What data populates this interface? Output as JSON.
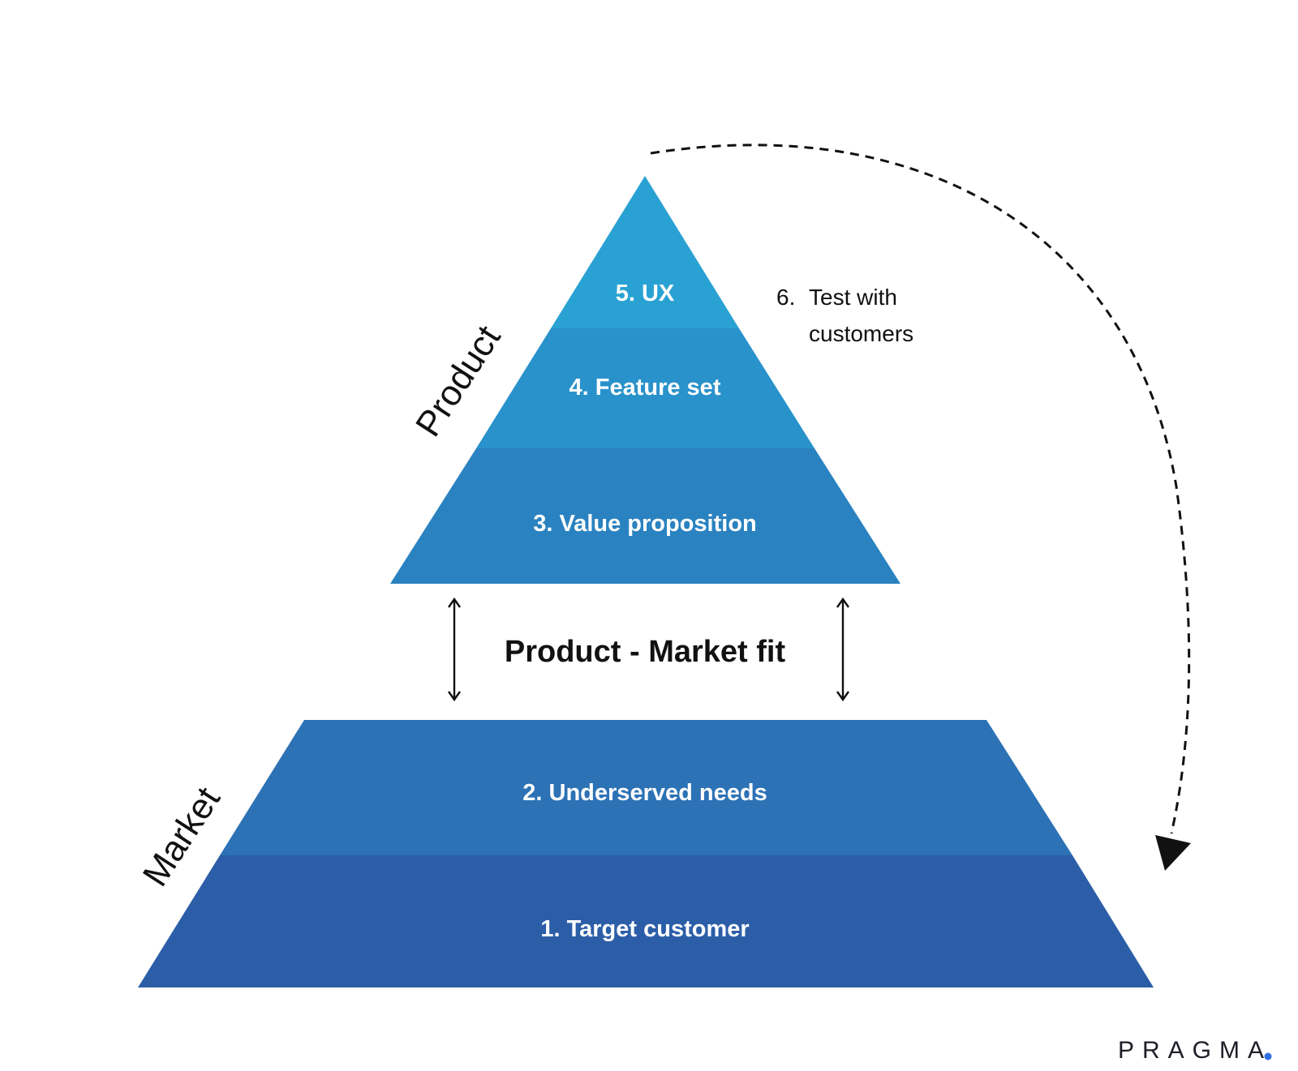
{
  "product_pyramid": {
    "side_label": "Product",
    "layers": [
      {
        "label": "5. UX",
        "color": "#29a2d3"
      },
      {
        "label": "4. Feature set",
        "color": "#2992cb"
      },
      {
        "label": "3. Value proposition",
        "color": "#2a82c0"
      }
    ]
  },
  "market_pyramid": {
    "side_label": "Market",
    "layers": [
      {
        "label": "2. Underserved needs",
        "color": "#2c72b5"
      },
      {
        "label": "1. Target customer",
        "color": "#2c5ea8"
      }
    ]
  },
  "fit": {
    "label": "Product - Market fit"
  },
  "test_step": {
    "number": "6.",
    "line1": "Test with",
    "line2": "customers"
  },
  "brand": {
    "name": "PRAGMA",
    "dot": ".",
    "dot_color": "#2f6fe4"
  }
}
